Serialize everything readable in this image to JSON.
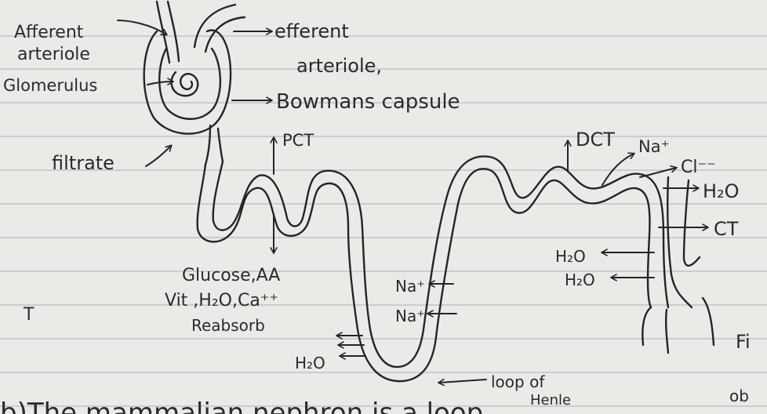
{
  "labels": {
    "afferent": "Afferent",
    "arteriole": "arteriole",
    "glomerulus": "Glomerulus",
    "filtrate": "filtrate",
    "efferent": "efferent",
    "efferent_arteriole": "arteriole,",
    "bowmans": "Bowmans capsule",
    "pct": "PCT",
    "reabsorb_1": "Glucose,AA",
    "reabsorb_2": "Vit ,H₂O,Ca⁺⁺",
    "reabsorb_3": "Reabsorb",
    "h2o_loop": "H₂O",
    "na_1": "Na⁺",
    "na_2": "Na⁺",
    "loop": "loop of",
    "henle": "Henle",
    "dct": "DCT",
    "dct_na": "Na⁺",
    "dct_cl": "Cl⁻⁻",
    "dct_h2o": "H₂O",
    "ct": "CT",
    "h2o_ct_1": "H₂O",
    "h2o_ct_2": "H₂O",
    "margin_t": "T",
    "edge_fi": "Fi",
    "edge_ob": "ob",
    "bottom_line": "b)The  mammalian  nephron  is  a  loop"
  }
}
